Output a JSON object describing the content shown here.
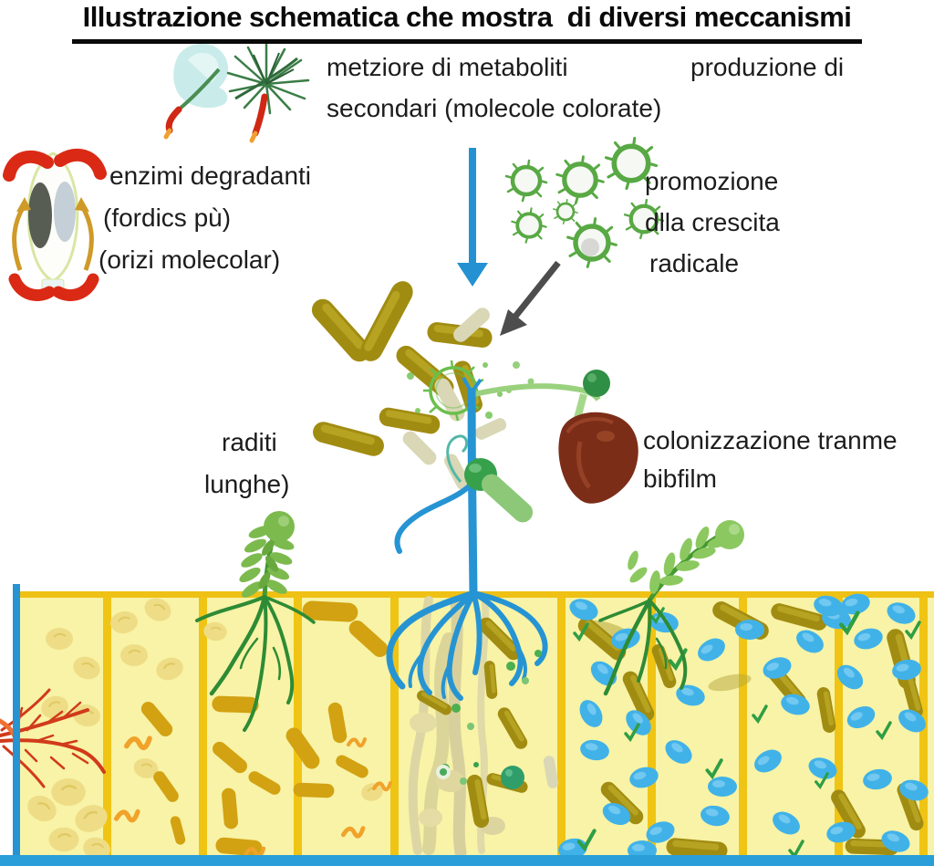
{
  "title": "Illustrazione schematica che mostra  di diversi meccanismi",
  "annotations": {
    "metabolites": {
      "line1": "metziore di metaboliti",
      "line2": "secondari (molecole colorate)"
    },
    "production": {
      "line1": "produzione di"
    },
    "enzymes": {
      "line1": "enzimi degradanti",
      "line2": "(fordics pù)",
      "line3": "(orizi molecolar)"
    },
    "promotion": {
      "line1": "promozione",
      "line2": "dlla crescita",
      "line3": "radicale"
    },
    "roots": {
      "line1": "raditi",
      "line2": "lunghe)"
    },
    "colonization": {
      "line1": "colonizzazione tranme",
      "line2": "bibfilm"
    }
  },
  "icons": [
    "plant-sprig-icon",
    "enzyme-cell-icon",
    "blue-down-arrow-icon",
    "germ-cluster-icon",
    "gray-diagonal-arrow-icon",
    "bacteria-rods-icon",
    "blue-seedling-icon",
    "root-nodule-icon",
    "brown-seed-icon",
    "fern-left-icon",
    "fern-right-icon",
    "red-root-icon",
    "soil-grid"
  ],
  "colors": {
    "accent_blue": "#2694d3",
    "arrow_gray": "#4d4d4d",
    "soil_fill": "#f8f3a6",
    "soil_divider": "#f0c414",
    "olive_rod": "#a18c12",
    "pale_rod": "#d9d7b6",
    "golden_rod": "#d2a212",
    "pale_bean": "#eedd86",
    "blue_bean": "#41b2e8",
    "germ_green": "#58a944",
    "fern_green": "#7cba4e",
    "root_red": "#d13a1a",
    "seed_brown": "#7c2d18",
    "sphere_green": "#37a04b"
  }
}
